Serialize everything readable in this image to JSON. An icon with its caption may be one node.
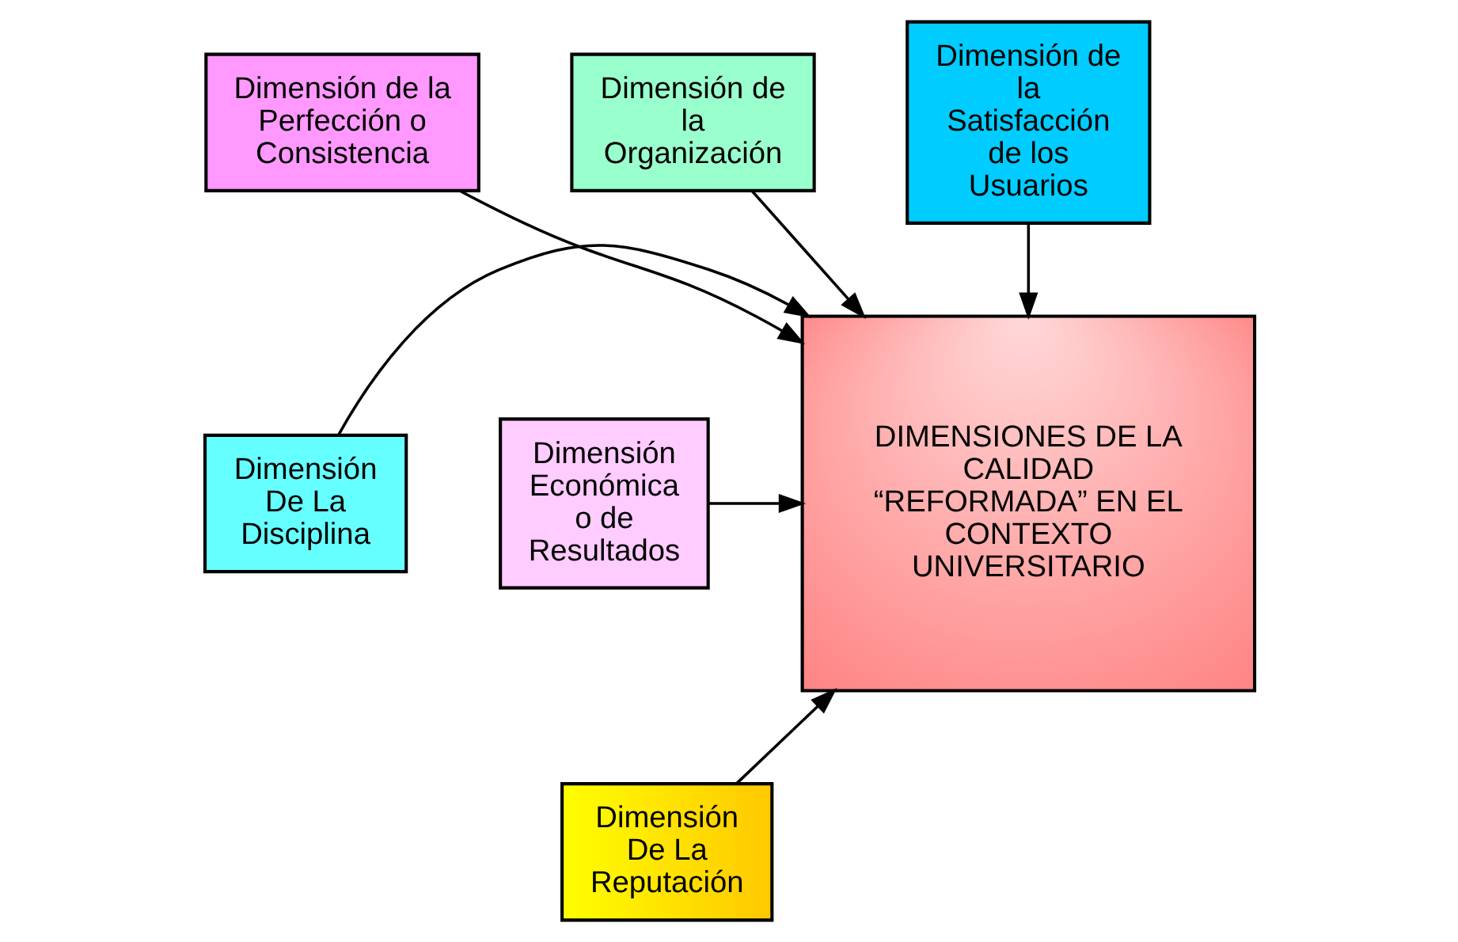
{
  "diagram": {
    "nodes": [
      {
        "text": [
          "DIMENSIONES DE LA CALIDAD “REFORMADA” EN EL CONTEXTO UNIVERSITARIO"
        ]
      },
      {
        "text": [
          "Dimensión De La Reputación"
        ]
      },
      {
        "text": [
          "Dimensión De La Disciplina"
        ]
      },
      {
        "text": [
          "Dimensión de la Perfección o Consistencia"
        ]
      },
      {
        "text": [
          "Dimensión Económica o de Resultados"
        ]
      },
      {
        "text": [
          "Dimensión de la Organización"
        ]
      },
      {
        "text": [
          "Dimensión de la Satisfacción de los Usuarios"
        ]
      }
    ],
    "edges": [
      {
        "from": 1,
        "to": 0,
        "arrow": "to"
      },
      {
        "from": 2,
        "to": 0,
        "arrow": "to"
      },
      {
        "from": 3,
        "to": 0,
        "arrow": "to"
      },
      {
        "from": 4,
        "to": 0,
        "arrow": "to"
      },
      {
        "from": 5,
        "to": 0,
        "arrow": "to"
      },
      {
        "from": 6,
        "to": 0,
        "arrow": "to"
      }
    ]
  }
}
